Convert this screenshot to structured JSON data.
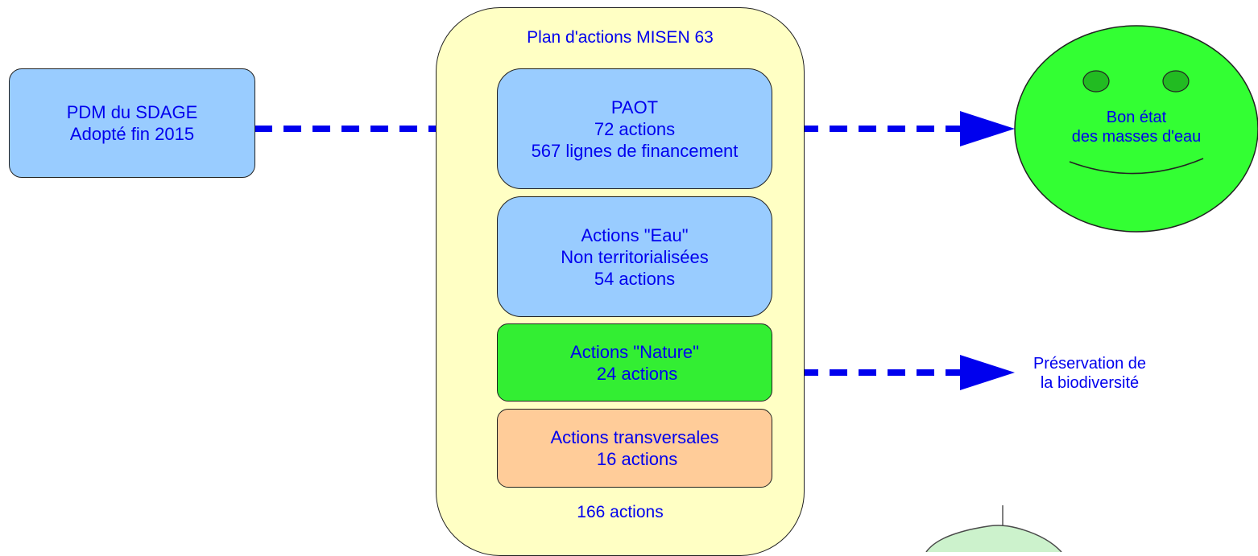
{
  "colors": {
    "text": "#0000ee",
    "arrow": "#0000ee",
    "blue_box": "#99ccff",
    "green_box": "#33ee33",
    "orange_box": "#ffcc99",
    "container": "#ffffc4",
    "face": "#33ff33",
    "eye": "#22bb22",
    "tree": "#ccf2cc"
  },
  "source_box": {
    "lines": [
      "PDM du SDAGE",
      "Adopté fin 2015"
    ]
  },
  "plan": {
    "title": "Plan d'actions  MISEN 63",
    "total": "166 actions",
    "paot": {
      "lines": [
        "PAOT",
        "72 actions",
        "567 lignes de financement"
      ]
    },
    "eau": {
      "lines": [
        "Actions \"Eau\"",
        "Non territorialisées",
        "54 actions"
      ]
    },
    "nature": {
      "lines": [
        "Actions \"Nature\"",
        " 24 actions"
      ]
    },
    "transversales": {
      "lines": [
        "Actions transversales",
        " 16 actions"
      ]
    }
  },
  "outcome": {
    "lines": [
      "Bon état",
      "des masses d'eau"
    ],
    "icon": "smiley-face-icon"
  },
  "biodiversity": {
    "lines": [
      "Préservation de",
      "la biodiversité"
    ]
  },
  "tree_icon": "tree-icon"
}
